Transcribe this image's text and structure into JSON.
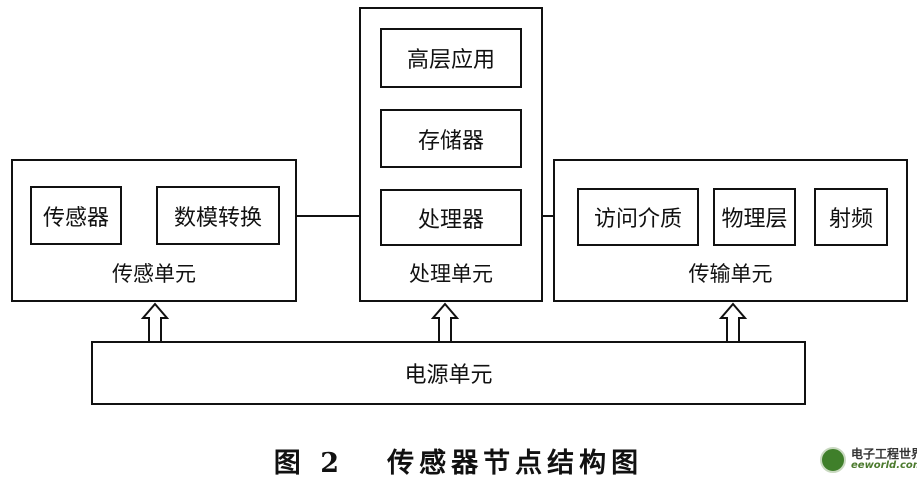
{
  "sensing_unit": {
    "label": "传感单元",
    "sensor": "传感器",
    "adc": "数模转换"
  },
  "processing_unit": {
    "label": "处理单元",
    "app": "高层应用",
    "storage": "存储器",
    "processor": "处理器"
  },
  "transmission_unit": {
    "label": "传输单元",
    "mac": "访问介质",
    "phy": "物理层",
    "rf": "射频"
  },
  "power_unit": {
    "label": "电源单元"
  },
  "caption": "图 2   传感器节点结构图",
  "watermark": {
    "title": "电子工程世界",
    "site": "eeworld.com.cn"
  }
}
